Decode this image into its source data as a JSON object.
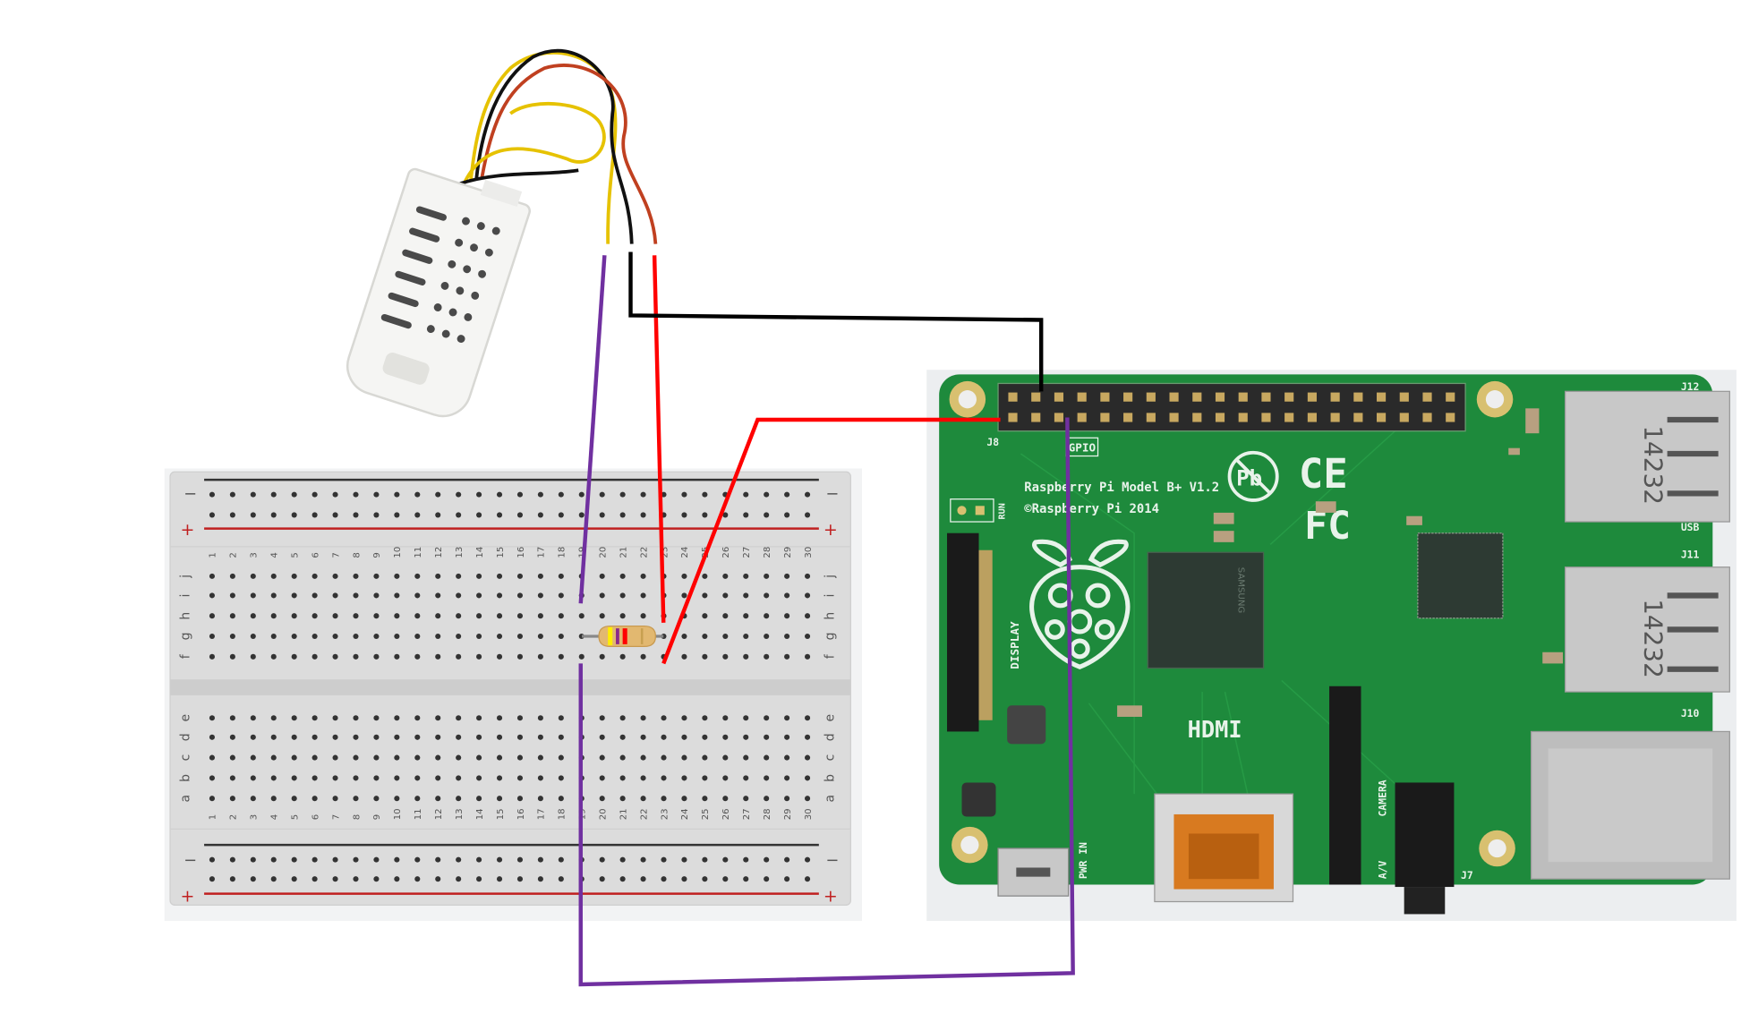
{
  "breadboard": {
    "columns": [
      "1",
      "2",
      "3",
      "4",
      "5",
      "6",
      "7",
      "8",
      "9",
      "10",
      "11",
      "12",
      "13",
      "14",
      "15",
      "16",
      "17",
      "18",
      "19",
      "20",
      "21",
      "22",
      "23",
      "24",
      "25",
      "26",
      "27",
      "28",
      "29",
      "30"
    ],
    "top_rows": [
      "j",
      "i",
      "h",
      "g",
      "f"
    ],
    "bottom_rows": [
      "e",
      "d",
      "c",
      "b",
      "a"
    ],
    "rail_minus": "−",
    "rail_plus": "+"
  },
  "resistor": {
    "bands": [
      "#ffee00",
      "#8a2a8a",
      "#ff0000",
      "#c8a050"
    ]
  },
  "wires": {
    "signal": "#7030a0",
    "power": "#ff0000",
    "ground": "#000000"
  },
  "pi": {
    "model": "Raspberry Pi Model B+ V1.2",
    "copyright": "©Raspberry Pi 2014",
    "gpio": "GPIO",
    "header": "J8",
    "hdmi": "HDMI",
    "display": "DISPLAY",
    "camera": "CAMERA",
    "run": "RUN",
    "pwr": "PWR IN",
    "av": "A/V",
    "usb": "USB",
    "usb_marking": "14232",
    "j12": "J12",
    "j11": "J11",
    "j10": "J10",
    "j7": "J7",
    "ce": "CE",
    "fc": "FC",
    "pb": "Pb",
    "chip": "SAMSUNG",
    "board_color": "#1e8a3c"
  }
}
